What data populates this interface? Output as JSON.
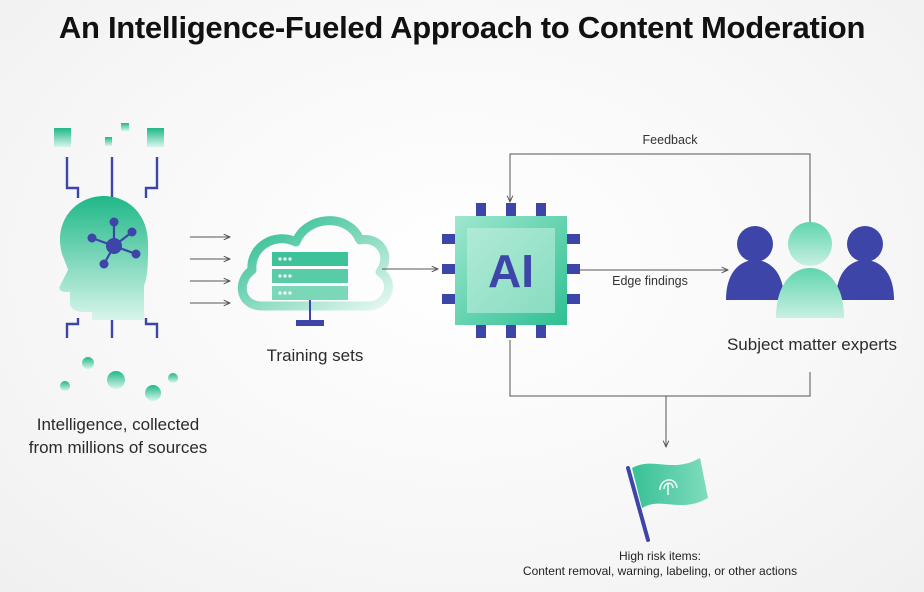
{
  "title": "An Intelligence-Fueled Approach to Content Moderation",
  "nodes": {
    "intelligence": [
      "Intelligence, collected",
      "from millions of sources"
    ],
    "training": "Training sets",
    "ai": "AI",
    "experts": "Subject matter experts"
  },
  "edges": {
    "feedback": "Feedback",
    "edge_findings": "Edge findings"
  },
  "outcome": [
    "High risk items:",
    "Content removal, warning, labeling, or other actions"
  ],
  "colors": {
    "teal": "#3ec29a",
    "teal_light": "#bfeede",
    "navy": "#3d45a8",
    "line": "#5a5a5a"
  }
}
